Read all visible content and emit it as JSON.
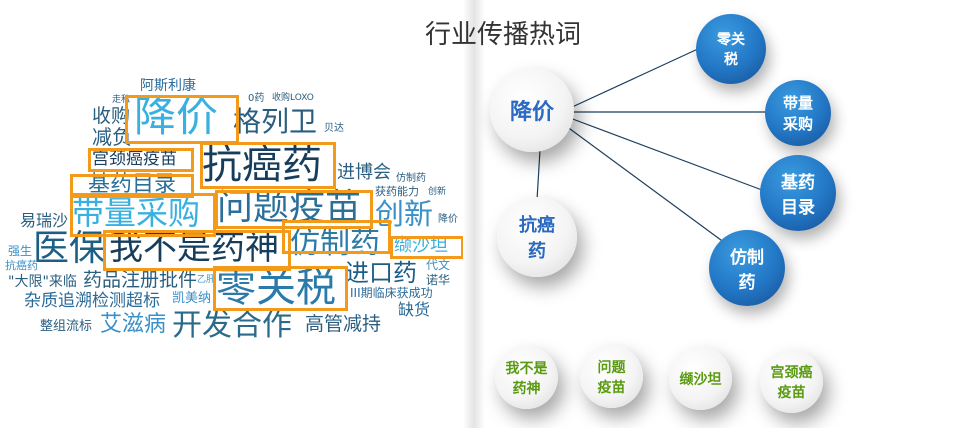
{
  "title": "行业传播热词",
  "word_cloud": [
    "阿斯利康",
    "降价",
    "格列卫",
    "收购",
    "减负",
    "宫颈癌疫苗",
    "抗癌药",
    "进博会",
    "基药目录",
    "带量采购",
    "问题疫苗",
    "创新",
    "易瑞沙",
    "医保",
    "我不是药神",
    "仿制药",
    "缬沙坦",
    "进口药",
    "强生",
    "抗癌药",
    "\"大限\"来临",
    "药品注册批件",
    "零关税",
    "杂质追溯检测超标",
    "凯美纳",
    "开发合作",
    "高管减持",
    "艾滋病",
    "整组流标",
    "III期临床获成功",
    "缺货",
    "代文",
    "诺华",
    "获药能力",
    "仿制药",
    "降价",
    "0药",
    "收购LOXO",
    "贝达",
    "走私",
    "乙肝",
    "创新"
  ],
  "diagram": {
    "center": "降价",
    "second": "抗癌药",
    "linked": [
      "零关税",
      "带量采购",
      "基药目录",
      "仿制药"
    ],
    "bottom": [
      "我不是药神",
      "问题疫苗",
      "缬沙坦",
      "宫颈癌疫苗"
    ]
  },
  "colors": {
    "highlight": "#f39a1a",
    "blue_bubble": "#2276c4",
    "green_text": "#5a9a10"
  }
}
